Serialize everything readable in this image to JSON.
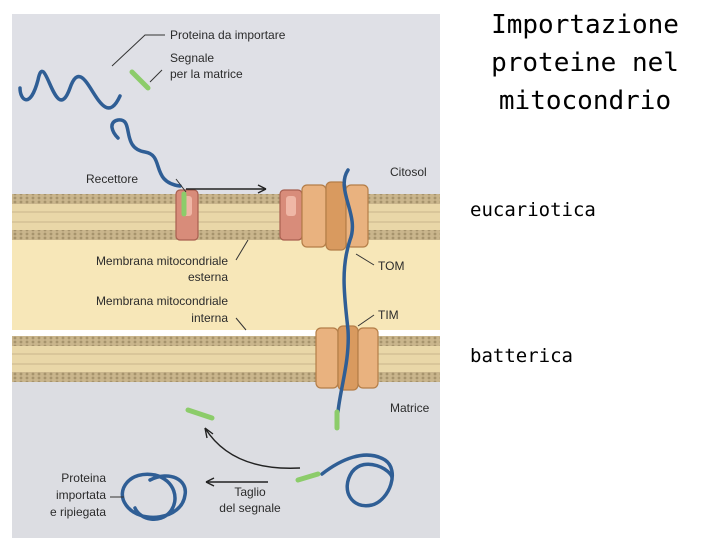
{
  "slide": {
    "title_lines": [
      "Importazione",
      "proteine nel",
      "mitocondrio"
    ],
    "side_labels": {
      "eukaryotic": "eucariotica",
      "bacterial": "batterica"
    }
  },
  "diagram": {
    "labels": {
      "protein_to_import": "Proteina da importare",
      "signal_line1": "Segnale",
      "signal_line2": "per la matrice",
      "cytosol": "Citosol",
      "receptor": "Recettore",
      "outer_membrane_line1": "Membrana mitocondriale",
      "outer_membrane_line2": "esterna",
      "tom": "TOM",
      "inner_membrane_line1": "Membrana mitocondriale",
      "inner_membrane_line2": "interna",
      "tim": "TIM",
      "matrix": "Matrice",
      "imported_line1": "Proteina",
      "imported_line2": "importata",
      "imported_line3": "e ripiegata",
      "cleavage_line1": "Taglio",
      "cleavage_line2": "del segnale"
    },
    "colors": {
      "cytosol": "#dfe0e6",
      "intermembrane": "#f7e7b8",
      "matrix": "#dcdde2",
      "membrane": "#c9b58c",
      "lipid_head": "#a6936c",
      "protein_chain": "#2f5e95",
      "signal": "#8ccc6a",
      "receptor": "#d88c7a",
      "tom_tim": "#e9b27f"
    }
  }
}
